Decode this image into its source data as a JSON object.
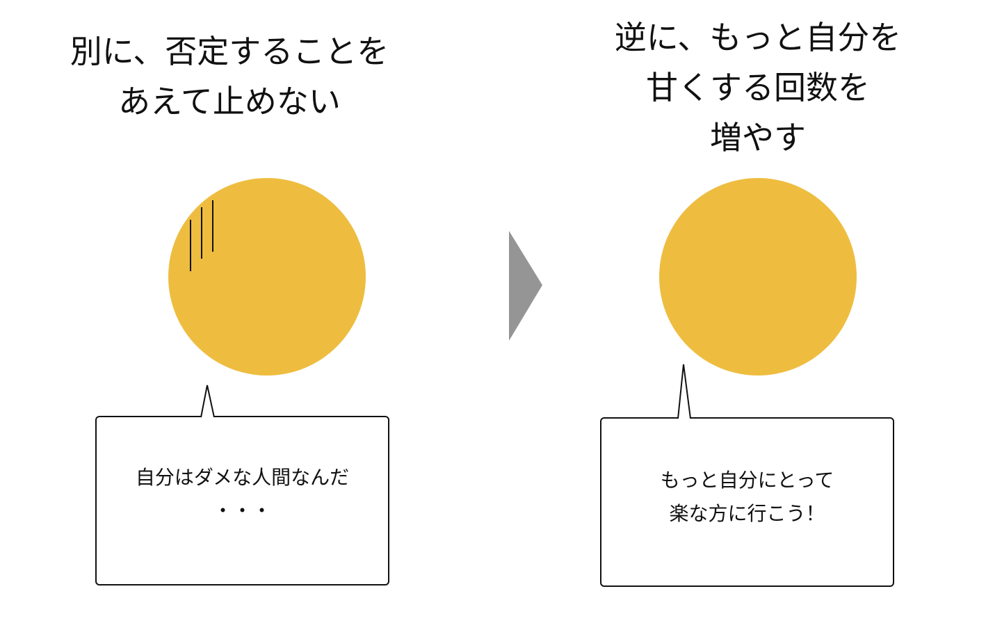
{
  "colors": {
    "circle": "#EEBD40",
    "arrow": "#959595",
    "outline": "#111111",
    "background": "#ffffff"
  },
  "left_panel": {
    "title_lines": [
      "別に、否定することを",
      "あえて止めない"
    ],
    "bubble_lines": [
      "自分はダメな人間なんだ",
      "・・・"
    ]
  },
  "right_panel": {
    "title_lines": [
      "逆に、もっと自分を",
      "甘くする回数を",
      "増やす"
    ],
    "bubble_lines": [
      "もっと自分にとって",
      "楽な方に行こう！"
    ]
  }
}
